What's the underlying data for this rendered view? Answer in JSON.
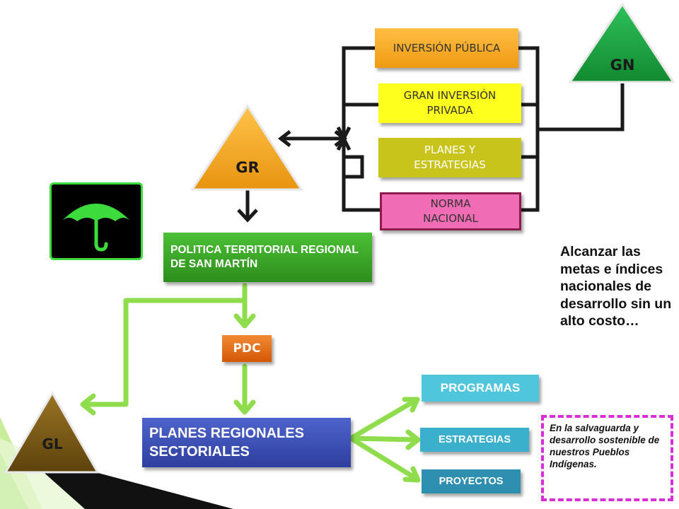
{
  "triangles": {
    "gn": {
      "label": "GN",
      "color": "#1e9e3e"
    },
    "gr": {
      "label": "GR",
      "color": "#f4a81e"
    },
    "gl": {
      "label": "GL",
      "color": "#7b5a14"
    }
  },
  "boxes": {
    "inversion_publica": {
      "label": "INVERSIÓN PÚBLICA",
      "color": "#f6a31a"
    },
    "gran_inversion_privada": {
      "label": "GRAN INVERSIÓN PRIVADA",
      "color": "#ffff1e"
    },
    "planes_estrategias": {
      "label": "PLANES Y ESTRATEGIAS",
      "color": "#c9c41c"
    },
    "norma_nacional": {
      "label": "NORMA NACIONAL",
      "color": "#f06cb4"
    },
    "politica_territorial": {
      "label": "POLITICA TERRITORIAL REGIONAL DE SAN MARTÍN",
      "color": "#3aa528"
    },
    "pdc": {
      "label": "PDC",
      "color": "#e56a12"
    },
    "planes_regionales": {
      "label": "PLANES REGIONALES SECTORIALES",
      "color": "#3b50b8"
    },
    "programas": {
      "label": "PROGRAMAS",
      "color": "#4fc6dc"
    },
    "estrategias": {
      "label": "ESTRATEGIAS",
      "color": "#3ab0cc"
    },
    "proyectos": {
      "label": "PROYECTOS",
      "color": "#2e8fb0"
    }
  },
  "text": {
    "goal": "Alcanzar las metas e índices nacionales de desarrollo sin un alto costo…",
    "note": "En la salvaguarda y desarrollo sostenible de nuestros Pueblos Indígenas."
  },
  "icons": {
    "umbrella": "umbrella-icon"
  },
  "colors": {
    "green_arrow": "#8fdc4c",
    "umbrella": "#3ddc3d",
    "connector": "#1a1a1a",
    "note_border": "#d62fd6"
  }
}
